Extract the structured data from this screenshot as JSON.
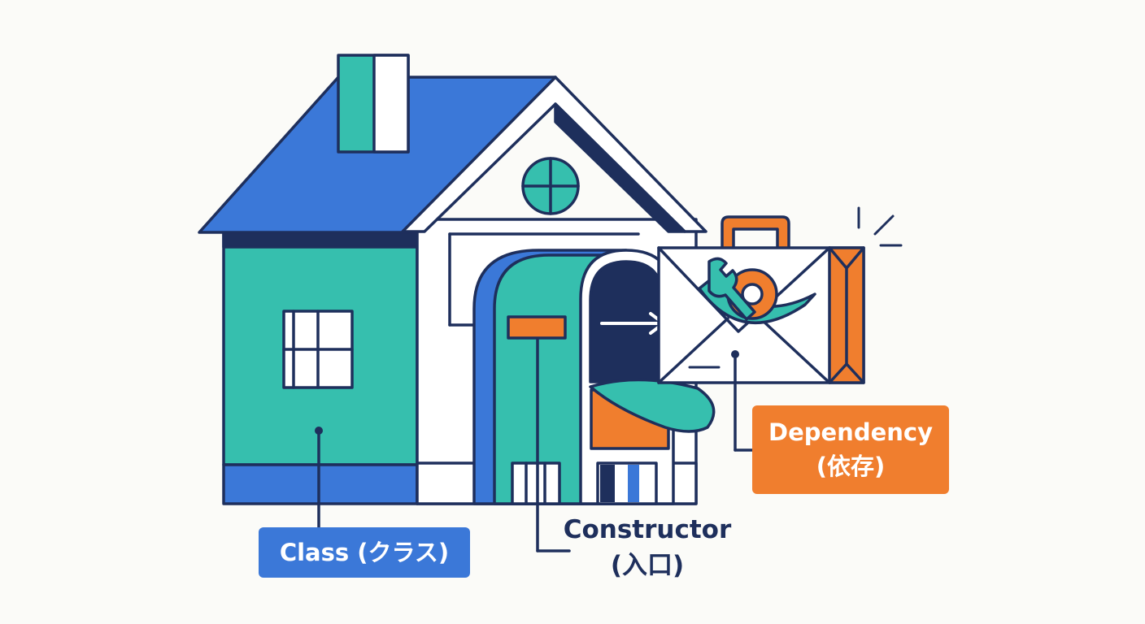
{
  "labels": {
    "class": "Class (クラス)",
    "constructor": {
      "line1": "Constructor",
      "line2": "(入口)"
    },
    "dependency": {
      "line1": "Dependency",
      "line2": "(依存)"
    }
  },
  "colors": {
    "background": "#fbfbf8",
    "navy": "#1e2f5c",
    "roof_blue": "#3b78d8",
    "teal": "#36bfae",
    "orange": "#f07e2e",
    "white": "#ffffff"
  },
  "icons": [
    "house-illustration",
    "mailbox-icon",
    "arrow-right-icon",
    "envelope-icon",
    "briefcase-handle-icon",
    "wrench-icon",
    "gear-icon",
    "sparkle-icon"
  ]
}
